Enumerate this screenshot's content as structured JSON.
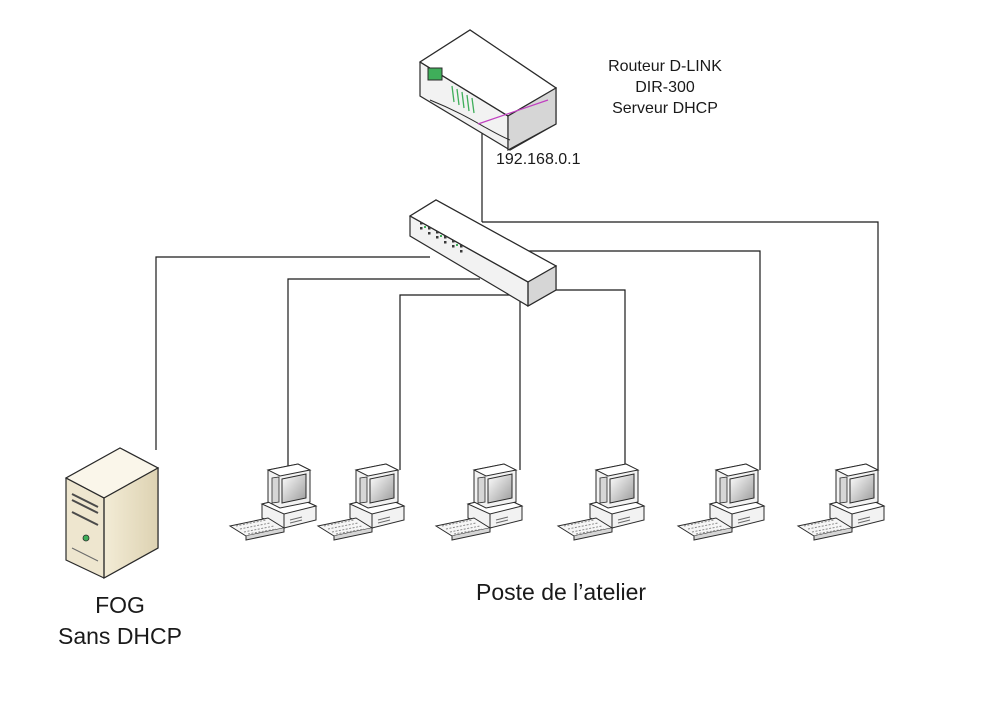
{
  "router": {
    "label_lines": [
      "Routeur D-LINK",
      "DIR-300",
      "Serveur DHCP"
    ],
    "ip": "192.168.0.1"
  },
  "fog": {
    "label_lines": [
      "FOG",
      "Sans DHCP"
    ]
  },
  "workstations": {
    "label": "Poste de l’atelier",
    "count": 6
  },
  "icons": {
    "router": "router-icon",
    "switch": "switch-icon",
    "server": "server-icon",
    "pc": "pc-icon"
  },
  "colors": {
    "line": "#1a1a1a",
    "device_body": "#f2f2f2",
    "device_top": "#ffffff",
    "device_shade": "#d6d6d6",
    "device_stroke": "#2b2b2b",
    "server_body": "#eee6cf",
    "router_led": "#3fae5a",
    "router_stripe": "#c040c0"
  }
}
